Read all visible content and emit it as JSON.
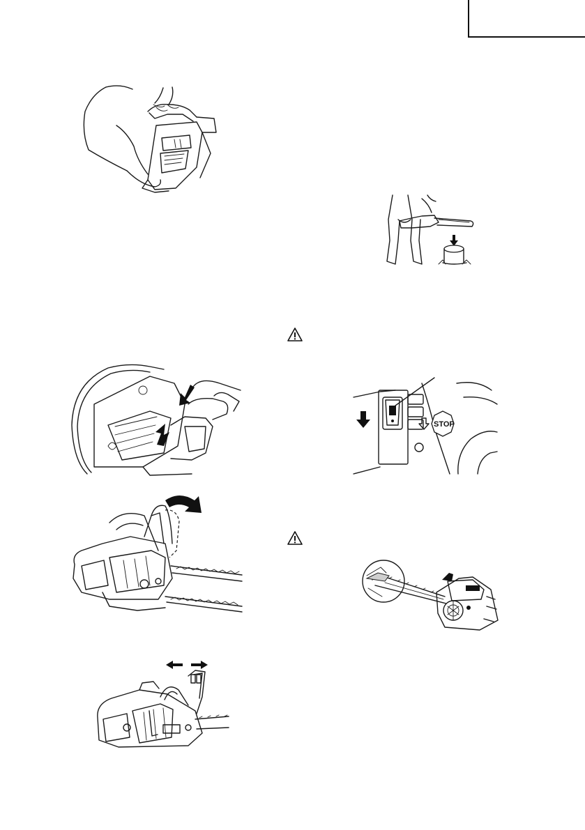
{
  "page": {
    "language_tab": {
      "label": ""
    },
    "warnings": [
      {
        "icon": "warning-triangle-icon"
      },
      {
        "icon": "warning-triangle-icon"
      }
    ],
    "figures": [
      {
        "name": "fig-hands-holding-saw-engine"
      },
      {
        "name": "fig-operator-stump-cut"
      },
      {
        "name": "fig-handle-grip-arrows"
      },
      {
        "name": "fig-stop-switch-panel",
        "sign_text": "STOP"
      },
      {
        "name": "fig-chain-brake-lever-forward"
      },
      {
        "name": "fig-bar-tip-kickback-zone"
      },
      {
        "name": "fig-front-guard-slide"
      }
    ]
  }
}
